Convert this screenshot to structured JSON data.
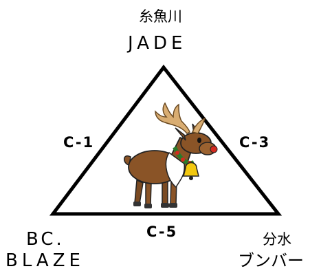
{
  "vertices": {
    "top": {
      "line1": "糸魚川",
      "line2": "JADE"
    },
    "bottom_left": {
      "line1": "BC.",
      "line2": "BLAZE"
    },
    "bottom_right": {
      "line1": "分水",
      "line2": "ブンバー"
    }
  },
  "edges": {
    "left": "C-1",
    "right": "C-3",
    "bottom": "C-5"
  },
  "center_illustration": {
    "icon": "reindeer-with-bell"
  },
  "colors": {
    "line": "#000000",
    "reindeer_body": "#8a5427",
    "antler": "#d9ad72",
    "bell": "#f2c80f",
    "nose": "#d42a20",
    "collar": "#2a7a2a"
  }
}
